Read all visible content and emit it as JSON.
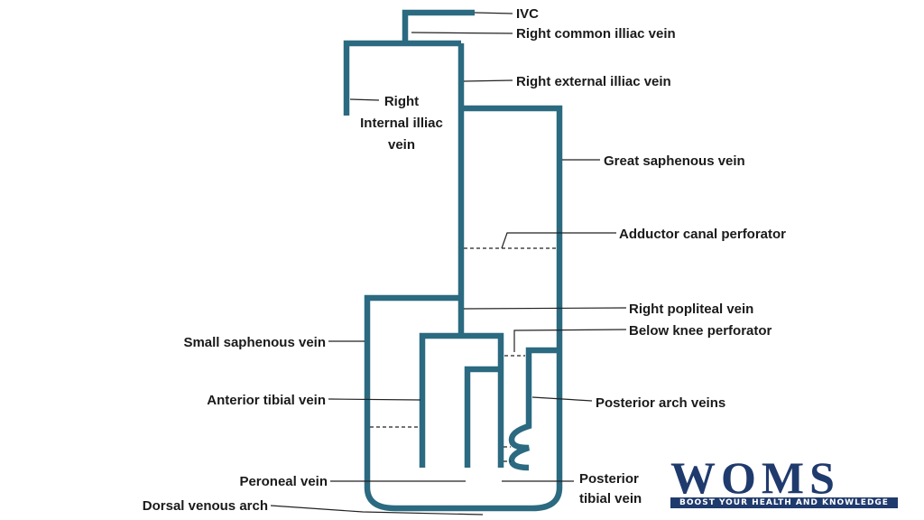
{
  "labels": {
    "ivc": "IVC",
    "right_common_iliac": "Right common illiac vein",
    "right_external_iliac": "Right external illiac vein",
    "right_internal_iliac_line1": "Right",
    "right_internal_iliac_line2": "Internal illiac",
    "right_internal_iliac_line3": "vein",
    "great_saphenous": "Great saphenous vein",
    "adductor_canal_perforator": "Adductor canal perforator",
    "right_popliteal": "Right popliteal vein",
    "below_knee_perforator": "Below knee perforator",
    "small_saphenous": "Small saphenous vein",
    "anterior_tibial": "Anterior tibial vein",
    "posterior_arch": "Posterior arch veins",
    "peroneal": "Peroneal vein",
    "posterior_tibial_line1": "Posterior",
    "posterior_tibial_line2": "tibial vein",
    "dorsal_venous_arch": "Dorsal venous arch"
  },
  "logo": {
    "letters": "WOMS",
    "tagline": "BOOST YOUR HEALTH AND KNOWLEDGE"
  },
  "colors": {
    "vein": "#2b6a80",
    "logo": "#1f3a6d"
  }
}
